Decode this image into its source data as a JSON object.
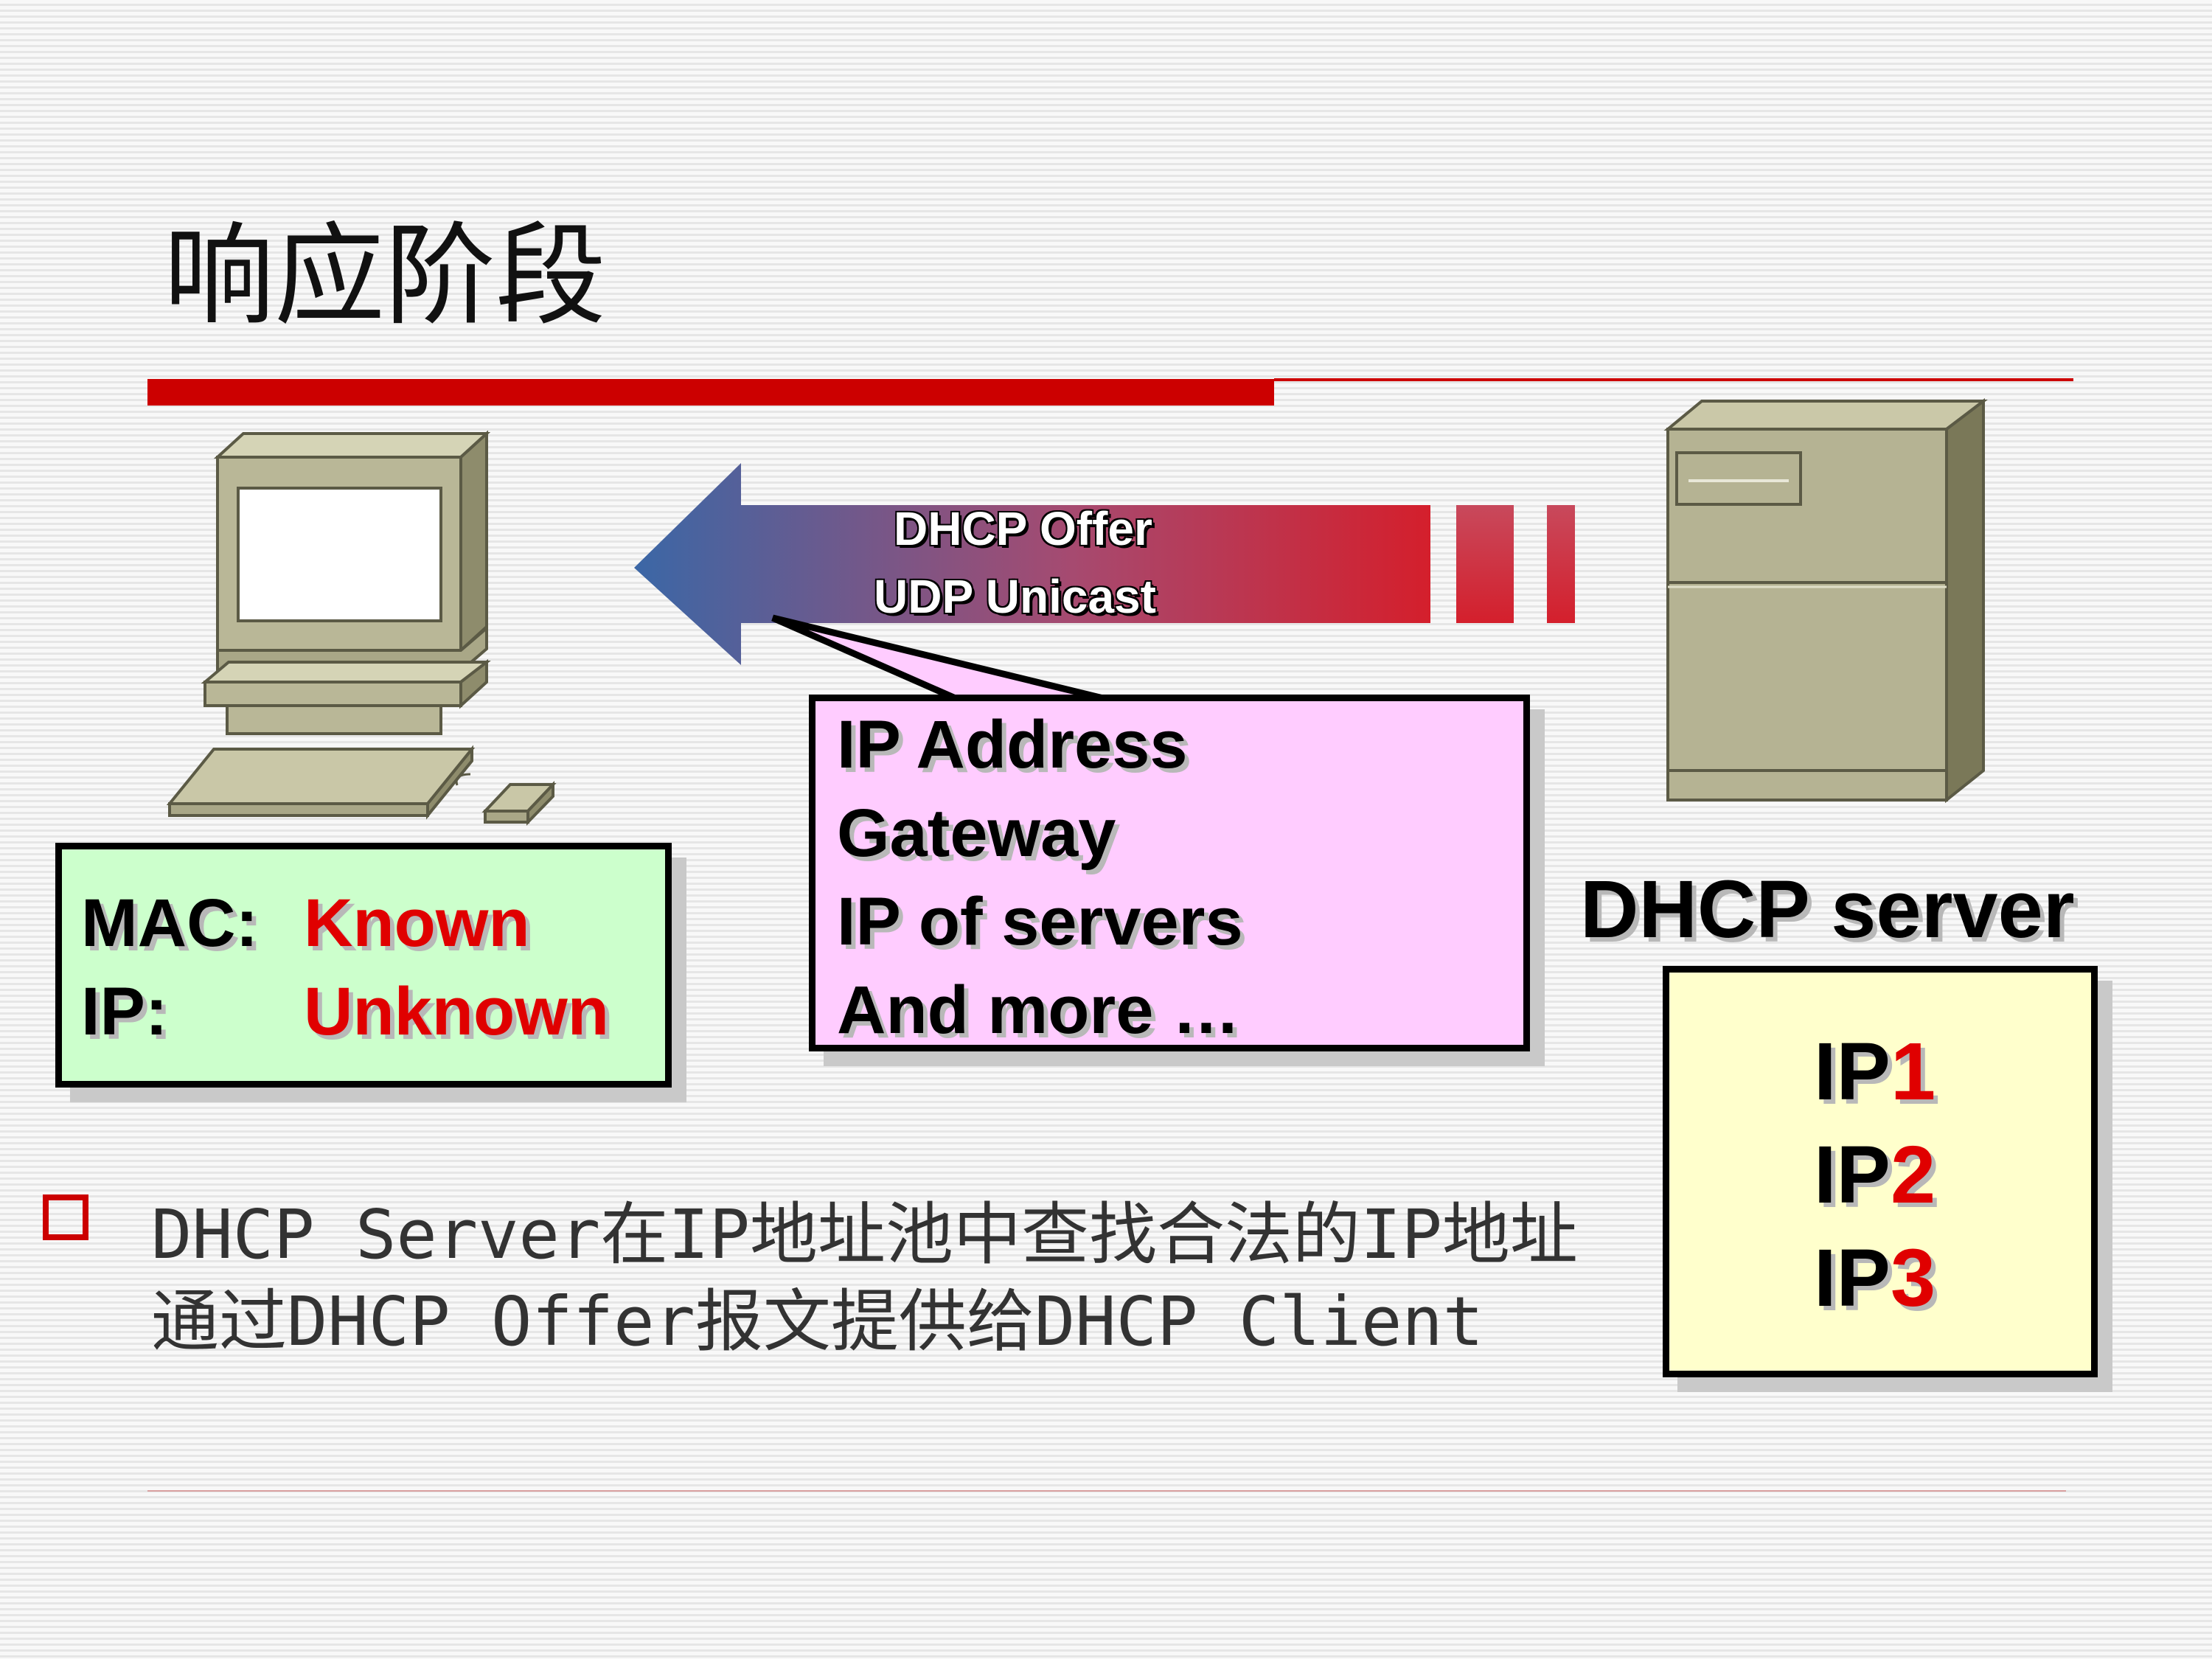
{
  "title": "响应阶段",
  "client": {
    "mac_label": "MAC:",
    "mac_value": "Known",
    "ip_label": "IP:",
    "ip_value": "Unknown"
  },
  "message": {
    "line1": "DHCP Offer",
    "line2": "UDP Unicast"
  },
  "offer_contents": [
    "IP Address",
    "Gateway",
    "IP of servers",
    "And more …"
  ],
  "server": {
    "label": "DHCP server",
    "pool": [
      {
        "prefix": "IP",
        "number": "1"
      },
      {
        "prefix": "IP",
        "number": "2"
      },
      {
        "prefix": "IP",
        "number": "3"
      }
    ]
  },
  "bullet": {
    "line1": "DHCP Server在IP地址池中查找合法的IP地址",
    "line2": "通过DHCP Offer报文提供给DHCP Client"
  },
  "colors": {
    "accent_red": "#cc0000",
    "client_box": "#ccffcc",
    "offer_box": "#ffccff",
    "pool_box": "#ffffcc",
    "arrow_start": "#3b67a6",
    "arrow_end": "#d41f2c"
  }
}
